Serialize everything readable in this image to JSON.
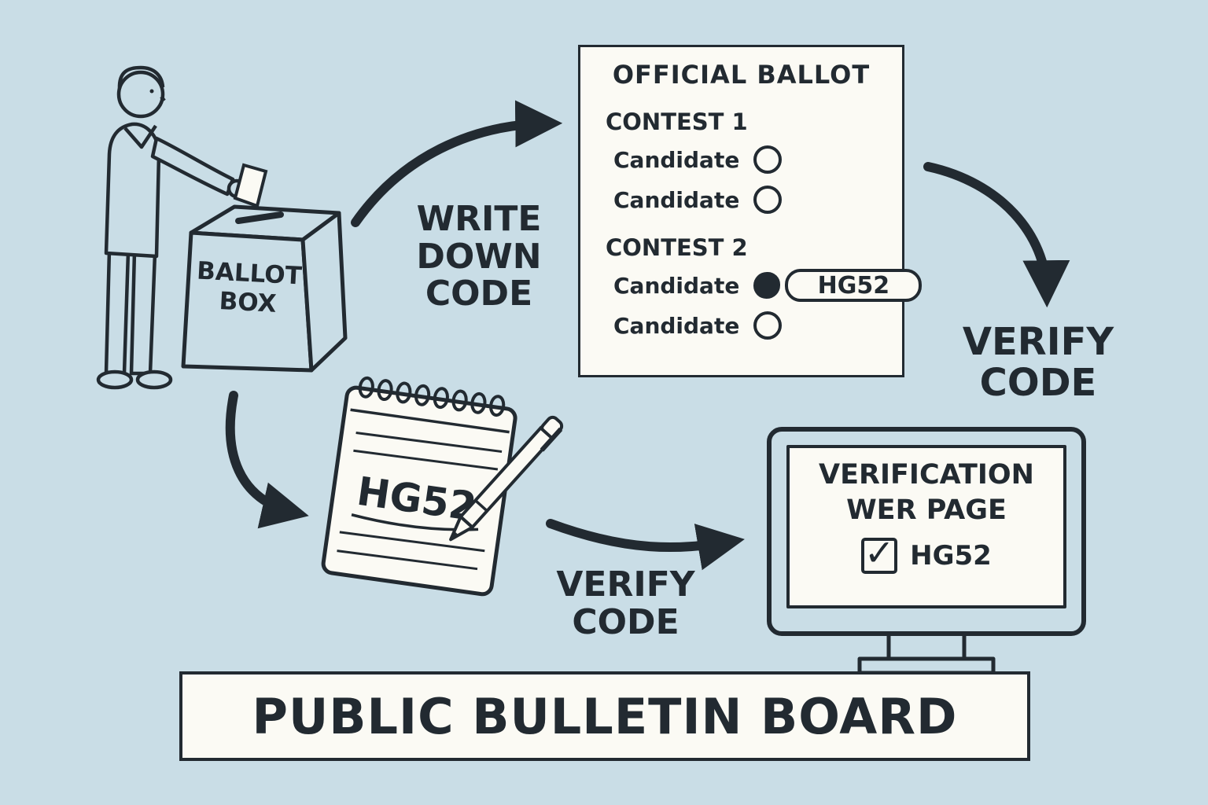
{
  "colors": {
    "background": "#c9dde6",
    "ink": "#222a31",
    "paper": "#fbfaf4"
  },
  "ballot_box": {
    "label": [
      "BALLOT",
      "BOX"
    ]
  },
  "labels": {
    "write_down": [
      "WRITE",
      "DOWN",
      "CODE"
    ],
    "verify_right": [
      "VERIFY",
      "CODE"
    ],
    "verify_bottom": [
      "VERIFY",
      "CODE"
    ]
  },
  "official_ballot": {
    "title": "OFFICIAL BALLOT",
    "contests": [
      {
        "heading": "CONTEST 1",
        "options": [
          {
            "label": "Candidate",
            "selected": false
          },
          {
            "label": "Candidate",
            "selected": false
          }
        ]
      },
      {
        "heading": "CONTEST 2",
        "options": [
          {
            "label": "Candidate",
            "selected": true,
            "code": "HG52"
          },
          {
            "label": "Candidate",
            "selected": false
          }
        ]
      }
    ]
  },
  "notepad": {
    "code": "HG52"
  },
  "monitor": {
    "screen_title": [
      "VERIFICATION",
      "WER PAGE"
    ],
    "check_icon": "✓",
    "code": "HG52"
  },
  "banner": {
    "text": "PUBLIC BULLETIN BOARD"
  }
}
